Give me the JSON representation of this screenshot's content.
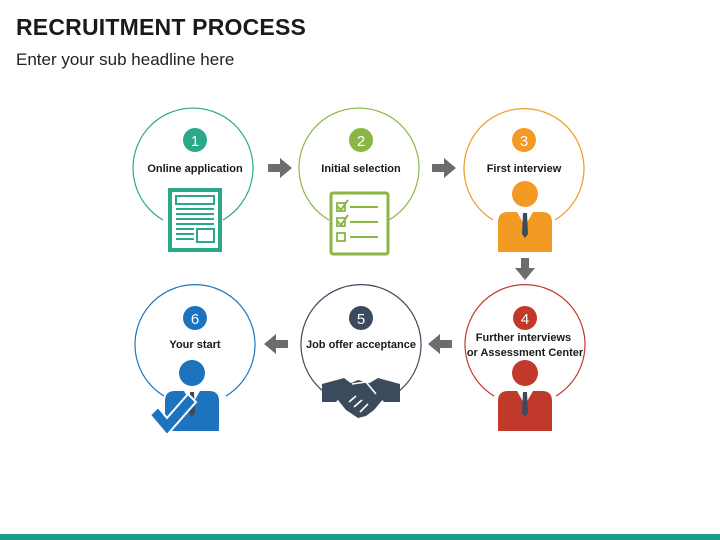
{
  "header": {
    "title": "RECRUITMENT PROCESS",
    "subtitle": "Enter your sub headline here"
  },
  "colors": {
    "step1": "#2aa889",
    "step2": "#8ab644",
    "step3": "#f29a23",
    "step4": "#c0392b",
    "step5": "#3b4a5c",
    "step6": "#1e73be",
    "arrow": "#6d6d6d",
    "accent_bar": "#1a9e8a"
  },
  "steps": [
    {
      "number": "1",
      "label": "Online application",
      "icon": "document-icon"
    },
    {
      "number": "2",
      "label": "Initial selection",
      "icon": "checklist-icon"
    },
    {
      "number": "3",
      "label": "First interview",
      "icon": "person-orange-icon"
    },
    {
      "number": "4",
      "label": "Further interviews\nor Assessment Center",
      "icon": "person-red-icon"
    },
    {
      "number": "5",
      "label": "Job offer acceptance",
      "icon": "handshake-icon"
    },
    {
      "number": "6",
      "label": "Your start",
      "icon": "person-check-icon"
    }
  ]
}
